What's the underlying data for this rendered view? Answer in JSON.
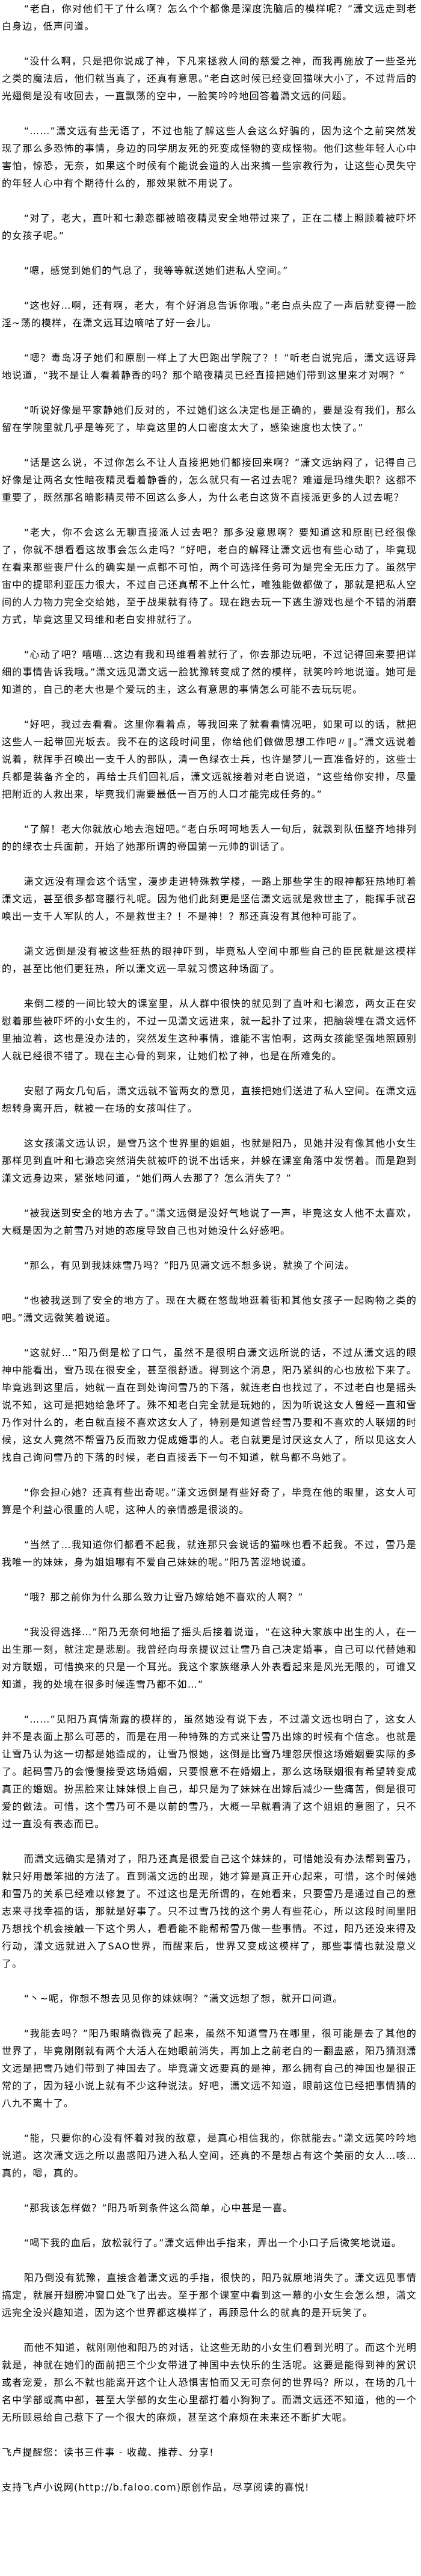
{
  "paragraphs": [
    "“老白，你对他们干了什么啊？怎么个个都像是深度洗脑后的模样呢？”潇文远走到老白身边，低声问道。",
    "“没什么啊，只是把你说成了神，下凡来拯救人间的慈爱之神，而我再施放了一些圣光之类的魔法后，他们就当真了，还真有意思。”老白这时候已经变回猫咪大小了，不过背后的光翅倒是没有收回去，一直飘荡的空中，一脸笑吟吟地回答着潇文远的问题。",
    "“……”潇文远有些无语了，不过也能了解这些人会这么好骗的，因为这个之前突然发现了那么多恐怖的事情，身边的同学朋友死的死变成怪物的变成怪物。他们这些年轻人心中害怕，惊恐，无奈，如果这个时候有个能说会道的人出来搞一些宗教行为，让这些心灵失守的年轻人心中有个期待什么的，那效果就不用说了。",
    "“对了，老大，直叶和七濑恋都被暗夜精灵安全地带过来了，正在二楼上照顾着被吓坏的女孩子呢。”",
    "“嗯，感觉到她们的气息了，我等等就送她们进私人空间。”",
    "“这也好…啊，还有啊，老大，有个好消息告诉你哦。”老白点头应了一声后就变得一脸淫~荡的模样，在潇文远耳边嘀咕了好一会儿。",
    "“嗯？毒岛冴子她们和原剧一样上了大巴跑出学院了？！”听老白说完后，潇文远讶异地说道，“我不是让人看着静香的吗？那个暗夜精灵已经直接把她们带到这里来才对啊？”",
    "“听说好像是平家静她们反对的，不过她们这么决定也是正确的，要是没有我们，那么留在学院里就几乎是等死了，毕竟这里的人口密度太大了，感染速度也太快了。”",
    "“话是这么说，不过你怎么不让人直接把她们都接回来啊？”潇文远纳闷了，记得自己好像是让两名女性暗夜精灵看着静香的，怎么就只有一名过去呢？难道是玛维失职？这都不重要了，既然那名暗影精灵带不回这么多人，为什么老白这货不直接派更多的人过去呢？",
    "“老大，你不会这么无聊直接派人过去吧？那多没意思啊？要知道这和原剧已经很像了，你就不想看看这故事会怎么走吗？”好吧，老白的解释让潇文远也有些心动了，毕竟现在看来那些丧尸什么的确实是一点都不可怕，两个可选择任务可为是完全无压力了。虽然宇宙中的提耶利亚压力很大，不过自己还真帮不上什么忙，唯独能做都做了，那就是把私人空间的人力物力完全交给她，至于战果就有待了。现在跑去玩一下逃生游戏也是个不错的消磨方式，毕竟这里又玛维和老白安排就行了。",
    "“心动了吧？嘻嘻…这边有我和玛维看着就行了，你去那边玩吧，不过记得回来要把详细的事情告诉我哦。”潇文远见潇文远一脸犹豫转变成了然的模样，就笑吟吟地说道。她可是知道的，自己的老大也是个爱玩的主，这么有意思的事情怎么可能不去玩玩呢。",
    "“好吧，我过去看看。这里你看着点，等我回来了就看看情况吧，如果可以的话，就把这些人一起带回光坂去。我不在的这段时间里，你给他们做做思想工作吧〃‖。”潇文远说着说着，就挥手召唤出一支千人的部队，清一色绿衣士兵，也许是梦儿一直准备好的，这些士兵都是装备齐全的，再给士兵们回礼后，潇文远就接着对老白说道，“这些给你安排，尽量把附近的人救出来，毕竟我们需要最低一百万的人口才能完成任务的。”",
    "“了解！老大你就放心地去泡妞吧。”老白乐呵呵地丢人一句后，就飘到队伍整齐地排列的的绿衣士兵面前，开始了她那所谓的帝国第一元帅的训话了。",
    "潇文远没有理会这个话宝，漫步走进特殊教学楼，一路上那些学生的眼神都狂热地盯着潇文远，甚至很多都弯腰行礼呢。因为他们此刻更是坚信潇文远就是救世主了，能挥手就召唤出一支千人军队的人，不是救世主？！不是神！？那还真没有其他种可能了。",
    "潇文远倒是没有被这些狂热的眼神吓到，毕竟私人空间中那些自己的臣民就是这模样的，甚至比他们更狂热，所以潇文远一早就习惯这种场面了。",
    "来倒二楼的一间比较大的课室里，从人群中很快的就见到了直叶和七濑恋，两女正在安慰着那些被吓坏的小女生的，不过一见潇文远进来，就一起扑了过来，把脑袋埋在潇文远怀里抽泣着，这也是没办法的，突然发生这种事情，谁能不害怕啊，这两女孩能坚强地照顾别人就已经很不错了。现在主心骨的到来，让她们松了神，也是在所难免的。",
    "安慰了两女几句后，潇文远就不管两女的意见，直接把她们送进了私人空间。在潇文远想转身离开后，就被一在场的女孩叫住了。",
    "这女孩潇文远认识，是雪乃这个世界里的姐姐，也就是阳乃，见她并没有像其他小女生那样见到直叶和七濑恋突然消失就被吓的说不出话来，并躲在课室角落中发愣着。而是跑到潇文远身边来，紧张地问道，“她们两人去那了？怎么消失了？”",
    "“被我送到安全的地方去了。”潇文远倒是没好气地说了一声，毕竟这女人他不太喜欢，大概是因为之前雪乃对她的态度导致自己也对她没什么好感吧。",
    "“那么，有见到我妹妹雪乃吗？”阳乃见潇文远不想多说，就换了个问法。",
    "“也被我送到了安全的地方了。现在大概在悠哉地逛着街和其他女孩子一起购物之类的吧。”潇文远微笑着说道。",
    "“这就好…”阳乃倒是松了口气，虽然不是很明白潇文远所说的话，不过从潇文远的眼神中能看出，雪乃现在很安全，甚至很舒适。得到这个消息，阳乃紧纠的心也放松下来了。毕竟逃到这里后，她就一直在到处询问雪乃的下落，就连老白也找过了，不过老白也是摇头说不知，这可是把她给急坏了。殊不知老白完全就是玩她的，因为听说这女人曾经一直和雪乃作对什么的，老白就直接不喜欢这女人了，特别是知道曾经雪乃要和不喜欢的人联姻的时候，这女人竟然不帮雪乃反而致力促成婚事的人。老白就更是讨厌这女人了，所以见这女人找自己询问雪乃的下落的时候，老白直接丢下一句不知道，就鸟都不鸟她了。",
    "“你会担心她？还真有些出奇呢。”潇文远倒是有些好奇了，毕竟在他的眼里，这女人可算是个利益心很重的人呢，这种人的亲情感是很淡的。",
    "“当然了…我知道你们都看不起我，就连那只会说话的猫咪也看不起我。不过，雪乃是我唯一的妹妹，身为姐姐哪有不爱自己妹妹的呢。”阳乃苦涩地说道。",
    "“哦？那之前你为什么那么致力让雪乃嫁给她不喜欢的人啊？”",
    "“我没得选择…”阳乃无奈何地摇了摇头后接着说道，“在这种大家族中出生的人，在一出生那一刻，就注定是悲剧。我曾经向母亲提议过让雪乃自己决定婚事，自己可以代替她和对方联姻，可惜换来的只是一个耳光。我这个家族继承人外表看起来是风光无限的，可谁又知道，我的处境在很多时候连雪乃都不如…”",
    "“……”见阳乃真情渐露的模样的，虽然她没有说下去，不过潇文远也明白了，这女人并不是表面上那么可恶的，而是在用一种特殊的方式来让雪乃出嫁的时候有个信念。也就是让雪乃认为这一切都是她造成的，让雪乃恨她，这倒是比雪乃埋怨厌恨这场婚姻要实际的多了。起码雪乃的会慢慢接受这场婚姻，只要恨意不在婚姻上，那么这场联姻很有希望转变成真正的婚姻。扮黑脸来让妹妹恨上自己，却只是为了妹妹在出嫁后减少一些痛苦，倒是很可爱的做法。可惜，这个雪乃可不是以前的雪乃，大概一早就看清了这个姐姐的意图了，只不过一直没有表态而已。",
    "而潇文远确实是猜对了，阳乃还真是很爱自己这个妹妹的，可惜她没有办法帮到雪乃，就只好用最笨拙的方法了。直到潇文远的出现，她才算是真正开心起来，可惜，这个时候她和雪乃的关系已经难以修复了。不过这也是无所谓的，在她看来，只要雪乃是通过自己的意志来寻找幸福的话，那就是好事了。只不过雪乃找的这个男人有些花心，所以这段时间里阳乃想找个机会接触一下这个男人，看看能不能帮帮雪乃做一些事情。不过，阳乃还没来得及行动，潇文远就进入了SAO世界，而醒来后，世界又变成这模样了，那些事情也就没意义了。",
    "“丶~呢，你想不想去见见你的妹妹啊？”潇文远想了想，就开口问道。",
    "“我能去吗？”阳乃眼睛微微亮了起来，虽然不知道雪乃在哪里，很可能是去了其他的世界了，毕竟刚刚就有两个大活人在她眼前消失，再加上之前老白的一翻蛊惑，阳乃猜测潇文远是把雪乃她们带到了神国去了。毕竟潇文远要真的是神，那么拥有自己的神国也是很正常的了，因为轻小说上就有不少这种说法。好吧，潇文远不知道，眼前这位已经把事情猜的八九不离十了。",
    "“能，只要你的心没有怀着对我的敌意，是真心相信我的，你就能去。”潇文远笑吟吟地说道。这次潇文远之所以蛊惑阳乃进入私人空间，还真的不是想占有这个美丽的女人…咳…真的，嗯，真的。",
    "“那我该怎样做？”阳乃听到条件这么简单，心中甚是一喜。",
    "“喝下我的血后，放松就行了。”潇文远伸出手指来，弄出一个小口子后微笑地说道。",
    "阳乃倒没有犹豫，直接含着潇文远的手指，很快的，阳乃就原地消失了。潇文远见事情搞定，就展开翅膀冲窗口处飞了出去。至于那个课室中看到这一幕的小女生会怎么想，潇文远完全没兴趣知道，因为这个世界都这模样了，再顾忌什么的就真的是开玩笑了。",
    "而他不知道，就刚刚他和阳乃的对话，让这些无助的小女生们看到光明了。而这个光明就是，神就在她们的面前把三个少女带进了神国中去快乐的生活呢。这要是能得到神的赏识或者宠爱，那么不就也能离开这个让人恐惧害怕而又无可奈何的世界吗？所以，在场的几十名中学部或高中部，甚至大学部的女生心里都打着小狗狗了。而潇文远还不知道，他的一个无所顾忌给自己惹下了一个很大的麻烦，甚至这个麻烦在未来还不断扩大呢。"
  ],
  "footer": {
    "reminder": "飞卢提醒您：读书三件事 - 收藏、推荐、分享!",
    "support": "支持飞卢小说网(http://b.faloo.com)原创作品，尽享阅读的喜悦!"
  }
}
